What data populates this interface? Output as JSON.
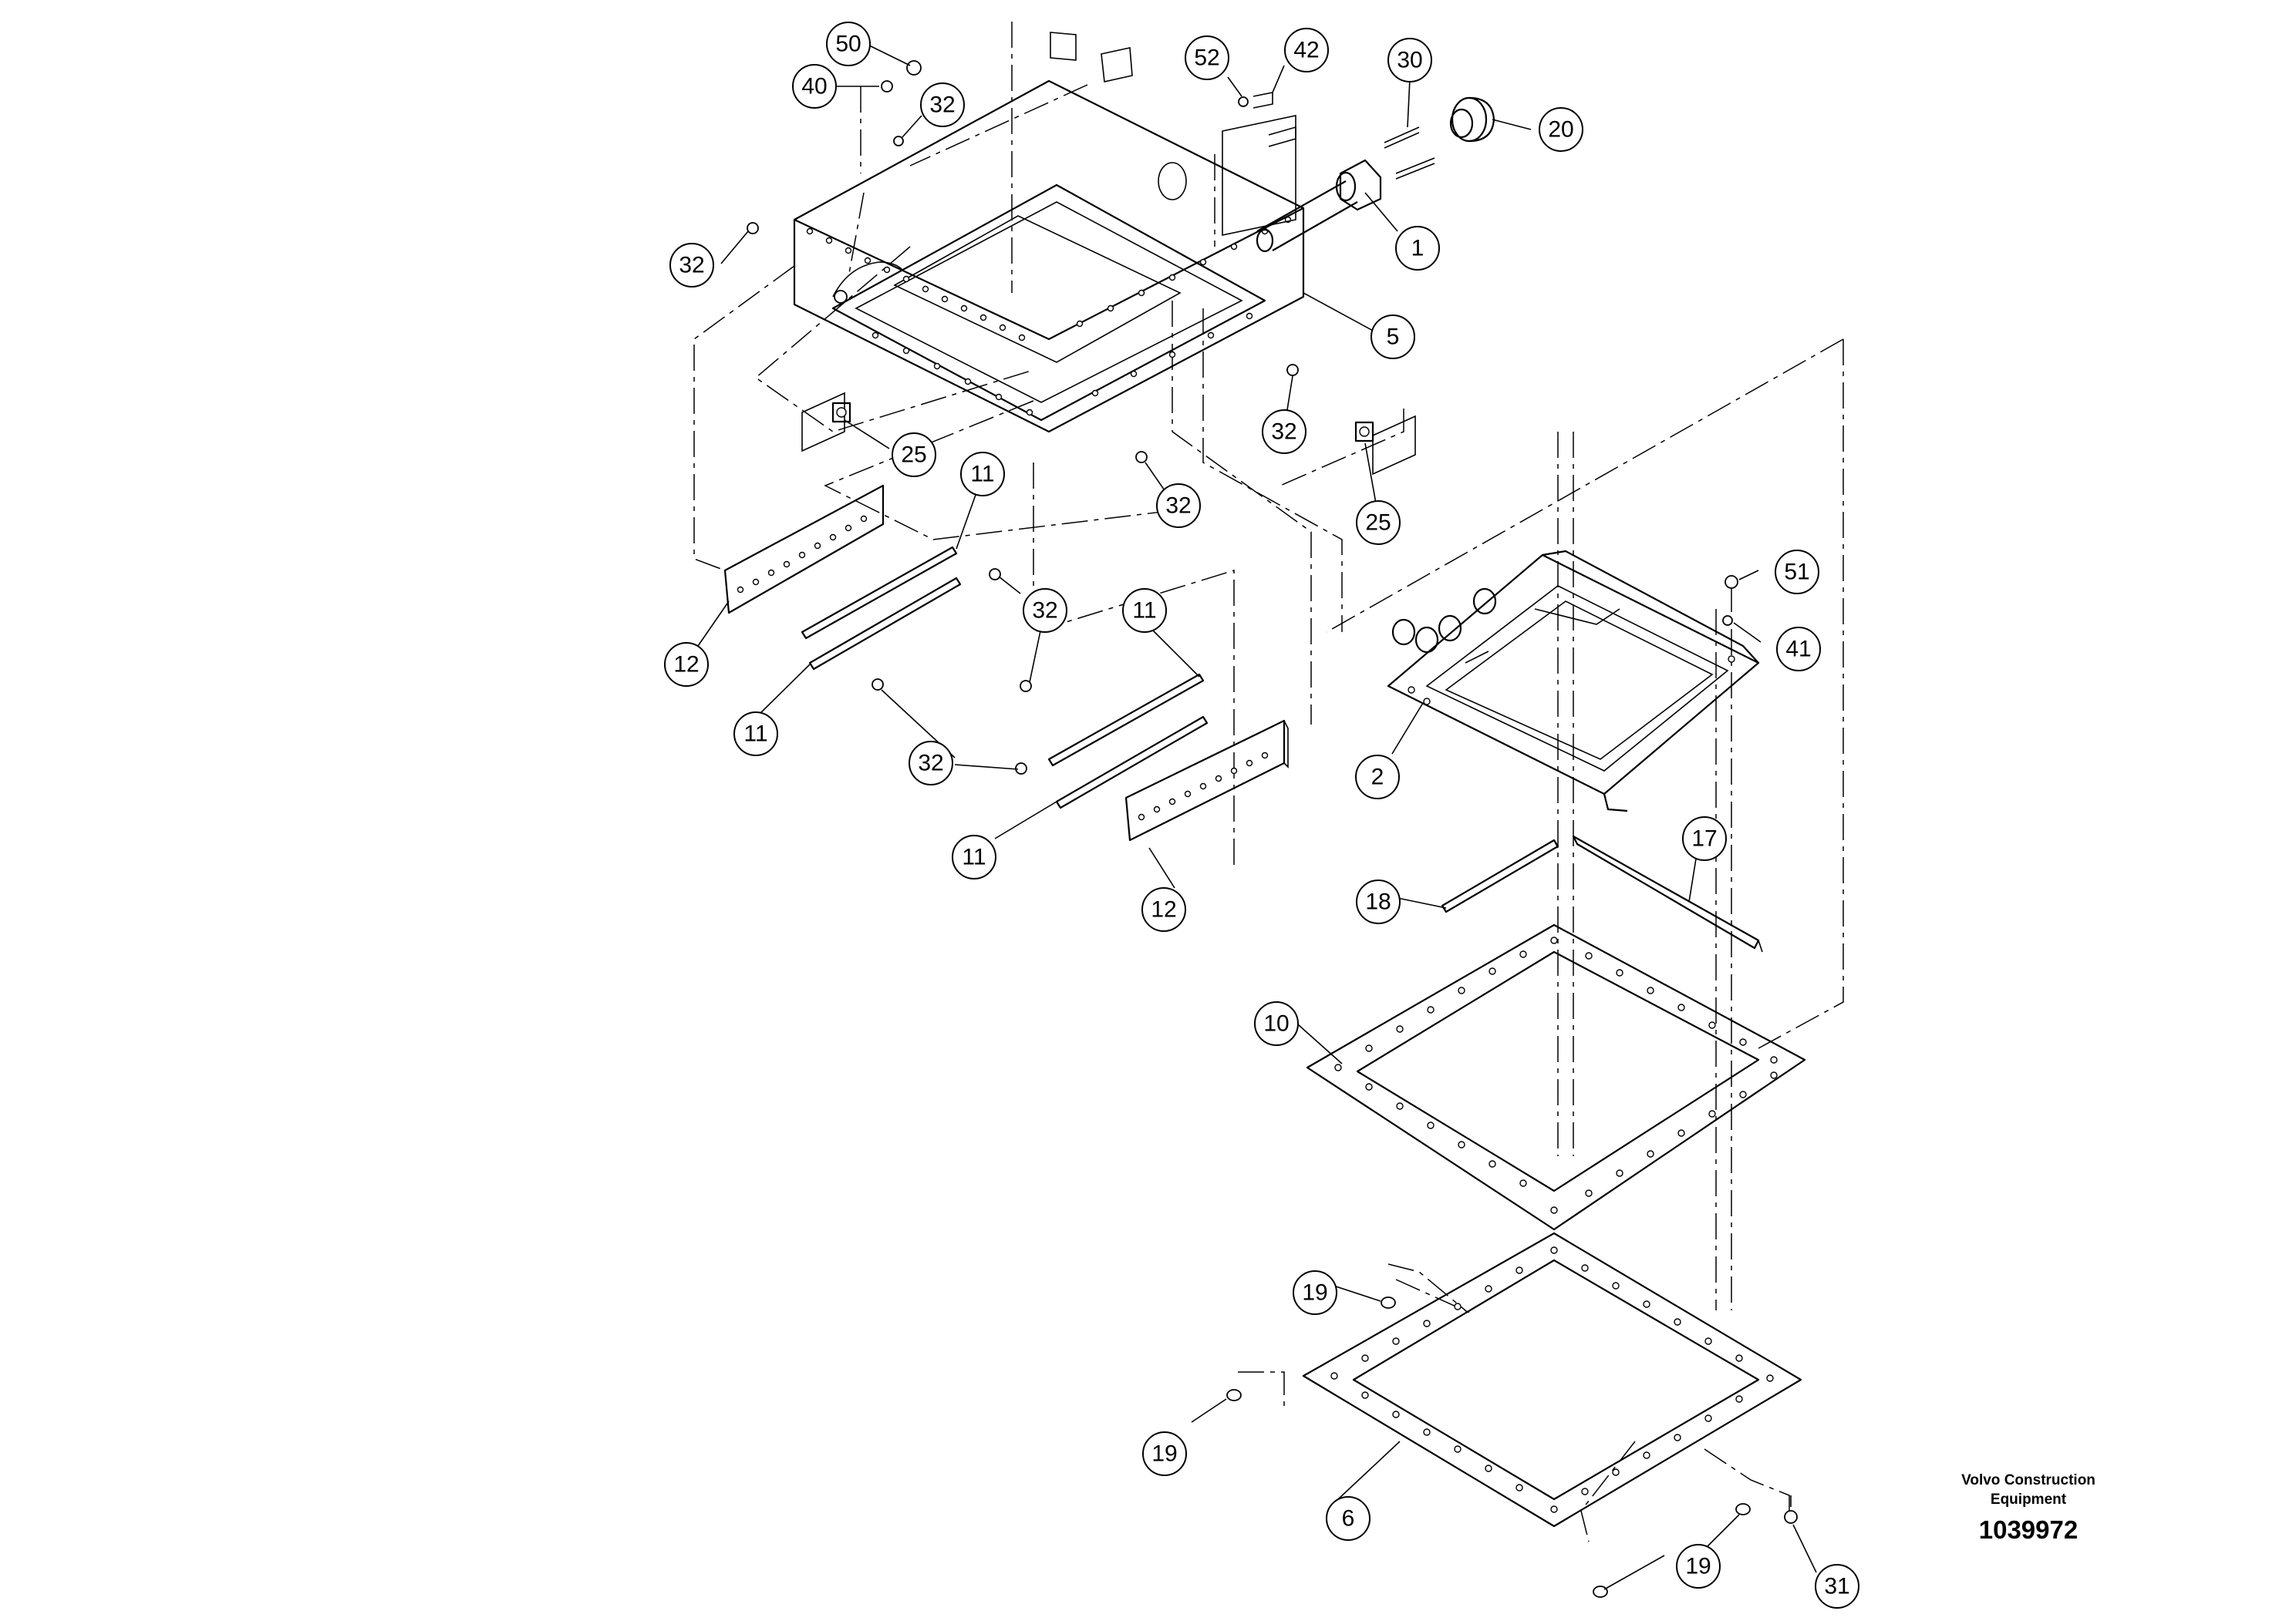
{
  "company": {
    "line1": "Volvo Construction",
    "line2": "Equipment"
  },
  "drawing_number": "1039972",
  "callouts": {
    "c50": "50",
    "c40": "40",
    "c32_top": "32",
    "c52": "52",
    "c42": "42",
    "c30": "30",
    "c20": "20",
    "c1": "1",
    "c32_left": "32",
    "c5": "5",
    "c25_left": "25",
    "c32_mid": "32",
    "c32_right": "32",
    "c25_right": "25",
    "c11_a": "11",
    "c12_left": "12",
    "c32_b": "32",
    "c11_b": "11",
    "c11_c": "11",
    "c32_c": "32",
    "c11_d": "11",
    "c12_right": "12",
    "c51": "51",
    "c41": "41",
    "c2": "2",
    "c17": "17",
    "c18": "18",
    "c10": "10",
    "c19_a": "19",
    "c19_b": "19",
    "c6": "6",
    "c19_c": "19",
    "c31": "31"
  }
}
